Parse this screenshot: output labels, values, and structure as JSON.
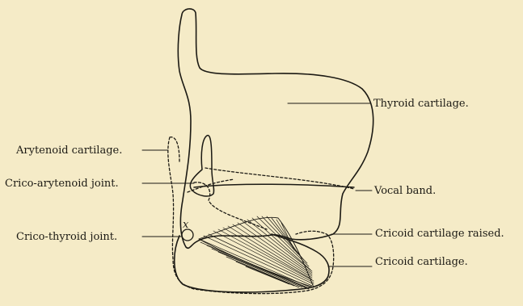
{
  "labels": {
    "thyroid": "Thyroid cartilage.",
    "arytenoid": "Arytenoid cartilage.",
    "crico_arytenoid": "Crico-arytenoid joint.",
    "vocal_band": "Vocal band.",
    "crico_thyroid": "Crico-thyroid joint.",
    "cricoid_raised": "Cricoid cartilage raised.",
    "cricoid": "Cricoid cartilage."
  },
  "joint_marker": "x",
  "colors": {
    "background": "#f5ebc7",
    "ink": "#1c1a14"
  }
}
